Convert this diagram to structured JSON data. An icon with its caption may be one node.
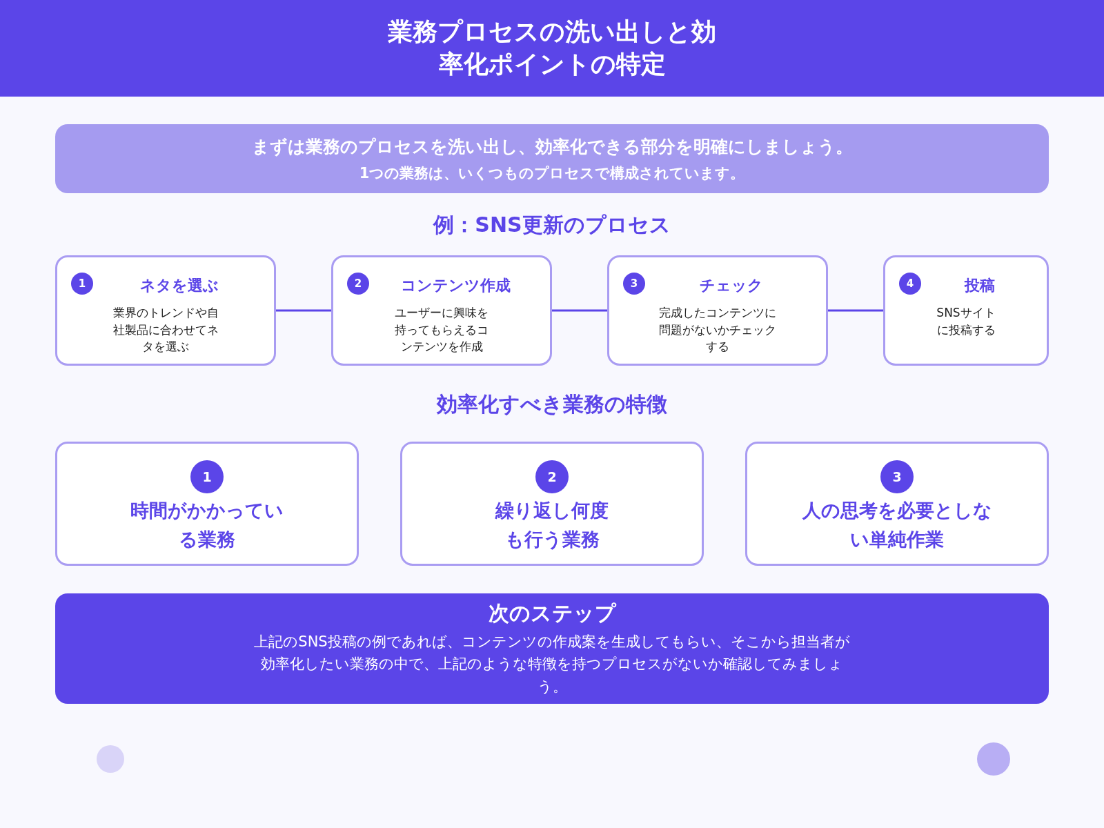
{
  "diagram": {
    "title": "業務プロセスの洗い出しと効率化ポイントの特定",
    "nodes": [
      {
        "text": [
          "まずは業務のプロセスを洗い出し、効率化できる部分を明確にしましょう。",
          "1つの業務は、いくつものプロセスで構成されています。"
        ]
      },
      {
        "text": [
          "ネタを選ぶ",
          "業界のトレンドや自社製品に合わせてネタを選ぶ"
        ]
      },
      {
        "text": [
          "1"
        ],
        "in": 1
      },
      {
        "text": [
          "コンテンツ作成",
          "ユーザーに興味を持ってもらえるコンテンツを作成"
        ]
      },
      {
        "text": [
          "2"
        ],
        "in": 3
      },
      {
        "text": [
          "チェック",
          "完成したコンテンツに問題がないかチェックする"
        ]
      },
      {
        "text": [
          "3"
        ],
        "in": 5
      },
      {
        "text": [
          "投稿",
          "SNSサイトに投稿する"
        ]
      },
      {
        "text": [
          "4"
        ],
        "in": 7
      },
      {
        "text": [
          "時間がかかっている業務"
        ]
      },
      {
        "text": [
          "1"
        ],
        "in": 9
      },
      {
        "text": [
          "繰り返し何度も行う業務"
        ]
      },
      {
        "text": [
          "2"
        ],
        "in": 11
      },
      {
        "text": [
          "人の思考を必要としない単純作業"
        ]
      },
      {
        "text": [
          "3"
        ],
        "in": 13
      },
      {
        "text": [
          "次のステップ",
          "上記のSNS投稿の例であれば、コンテンツの作成案を生成してもらい、そこから担当者が効率化したい業務の中で、上記のような特徴を持つプロセスがないか確認してみましょう。"
        ]
      }
    ],
    "edges": [
      {
        "from": 1,
        "to": 3,
        "arrow": "none"
      },
      {
        "from": 3,
        "to": 5,
        "arrow": "none"
      },
      {
        "from": 5,
        "to": 7,
        "arrow": "none"
      }
    ],
    "labels": [
      "例：SNS更新のプロセス",
      "効率化すべき業務の特徴"
    ]
  }
}
